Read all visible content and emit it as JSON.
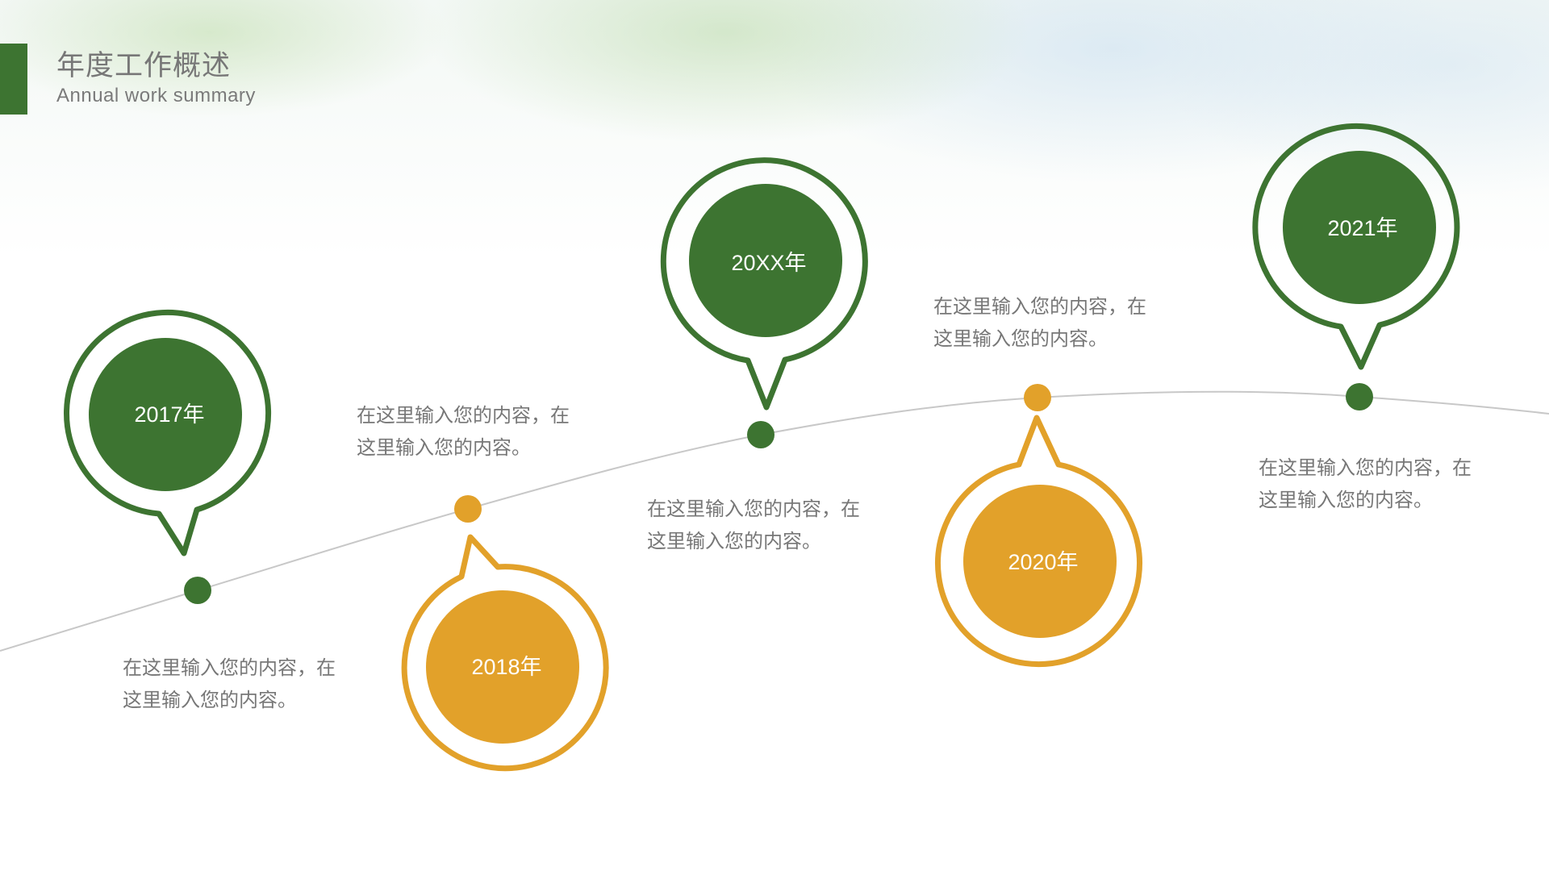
{
  "header": {
    "title": "年度工作概述",
    "subtitle": "Annual work summary"
  },
  "colors": {
    "green": "#3d7431",
    "gold": "#e2a12a",
    "text_gray": "#777777",
    "line_gray": "#c8c8c8"
  },
  "timeline": [
    {
      "year": "2017年",
      "color": "green",
      "description_line1": "在这里输入您的内容，在",
      "description_line2": "这里输入您的内容。"
    },
    {
      "year": "2018年",
      "color": "gold",
      "description_line1": "在这里输入您的内容，在",
      "description_line2": "这里输入您的内容。"
    },
    {
      "year": "20XX年",
      "color": "green",
      "description_line1": "在这里输入您的内容，在",
      "description_line2": "这里输入您的内容。"
    },
    {
      "year": "2020年",
      "color": "gold",
      "description_line1": "在这里输入您的内容，在",
      "description_line2": "这里输入您的内容。"
    },
    {
      "year": "2021年",
      "color": "green",
      "description_line1": "在这里输入您的内容，在",
      "description_line2": "这里输入您的内容。"
    }
  ]
}
